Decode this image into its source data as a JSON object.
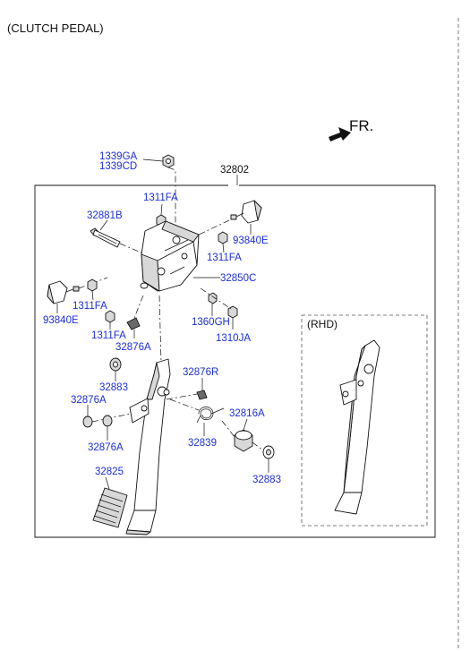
{
  "diagram": {
    "title": "(CLUTCH PEDAL)",
    "direction_label": "FR.",
    "inset_label": "(RHD)",
    "assembly_label": "32802",
    "parts": [
      "1339GA",
      "1339CD",
      "1311FA",
      "32881B",
      "93840E",
      "1311FA",
      "32850C",
      "1311FA",
      "93840E",
      "1360GH",
      "1310JA",
      "1311FA",
      "32876A",
      "32876R",
      "32883",
      "32876A",
      "32816A",
      "32876A",
      "32839",
      "32883",
      "32825"
    ]
  }
}
